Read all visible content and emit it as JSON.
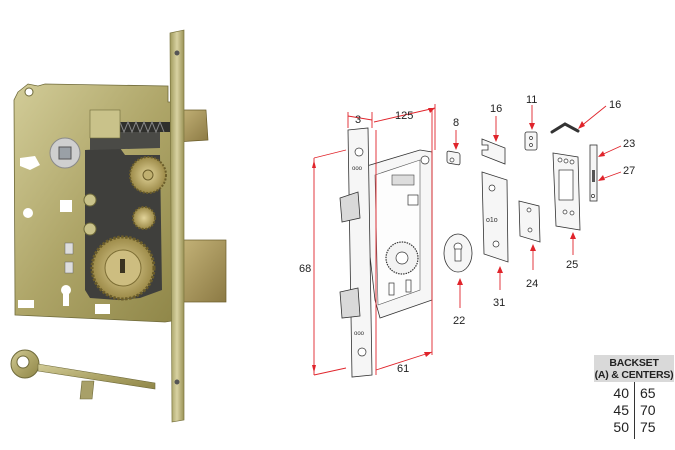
{
  "photo": {
    "subject": "mortise-lock-with-key",
    "finish_color": "#b8b077"
  },
  "diagram": {
    "dimensions": {
      "faceplate_thickness": "3",
      "case_width": "125",
      "height": "68",
      "backset_bottom": "61"
    },
    "parts": [
      {
        "id": "part-8",
        "label": "8"
      },
      {
        "id": "part-16a",
        "label": "16"
      },
      {
        "id": "part-11",
        "label": "11"
      },
      {
        "id": "part-16b",
        "label": "16"
      },
      {
        "id": "part-23",
        "label": "23"
      },
      {
        "id": "part-27",
        "label": "27"
      },
      {
        "id": "part-22",
        "label": "22"
      },
      {
        "id": "part-31",
        "label": "31"
      },
      {
        "id": "part-24",
        "label": "24"
      },
      {
        "id": "part-25",
        "label": "25"
      }
    ],
    "accent_color": "#e0242b"
  },
  "backset_table": {
    "header_line1": "BACKSET",
    "header_line2": "(A) & CENTERS)",
    "rows": [
      {
        "backset": "40",
        "center": "65"
      },
      {
        "backset": "45",
        "center": "70"
      },
      {
        "backset": "50",
        "center": "75"
      }
    ]
  }
}
